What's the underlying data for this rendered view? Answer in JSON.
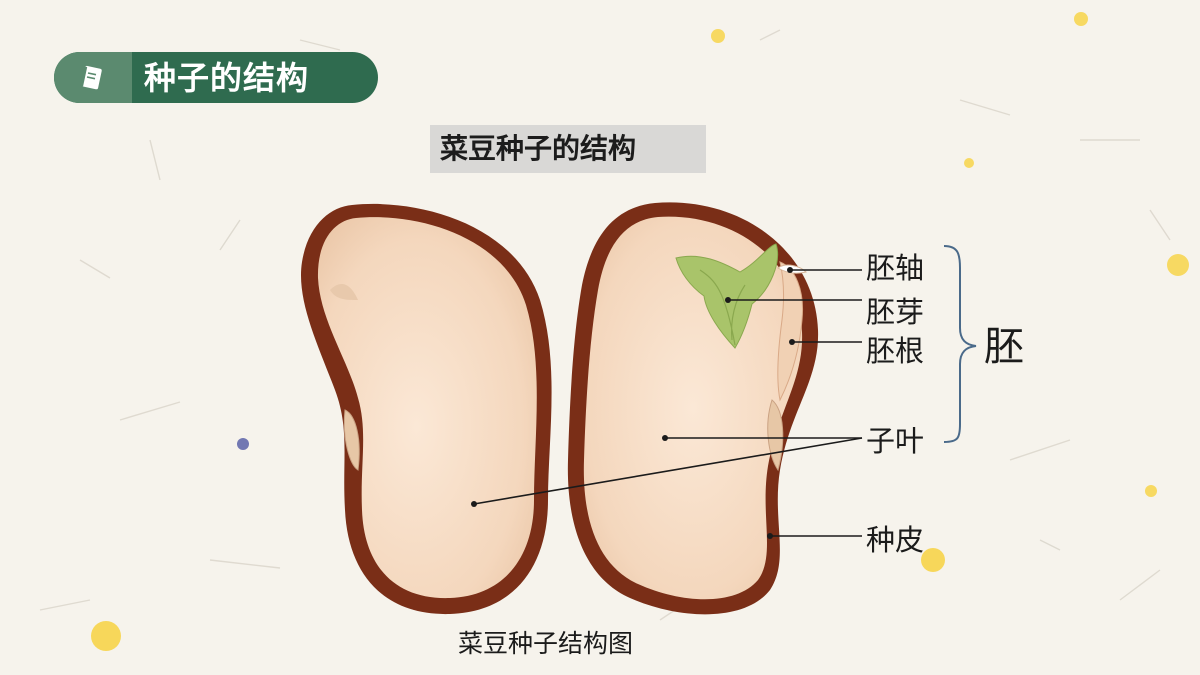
{
  "header": {
    "title": "种子的结构",
    "icon": "book-icon"
  },
  "diagram": {
    "title": "菜豆种子的结构",
    "caption": "菜豆种子结构图",
    "labels": {
      "hypocotyl": "胚轴",
      "plumule": "胚芽",
      "radicle": "胚根",
      "embryo": "胚",
      "cotyledon": "子叶",
      "seed_coat": "种皮"
    }
  },
  "colors": {
    "header_bg": "#2f6b4f",
    "header_icon_bg": "#5b8a6f",
    "seed_coat": "#7a2e17",
    "cotyledon": "#f6dcc4",
    "plumule": "#a9c46a",
    "bracket": "#4a6a8a",
    "title_box": "#d9d8d6"
  }
}
